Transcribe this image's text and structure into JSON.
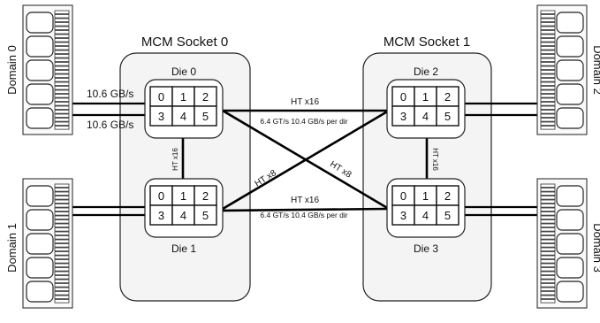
{
  "sockets": [
    {
      "title": "MCM Socket 0"
    },
    {
      "title": "MCM Socket 1"
    }
  ],
  "dies": [
    {
      "title": "Die 0",
      "cores": [
        "0",
        "1",
        "2",
        "3",
        "4",
        "5"
      ]
    },
    {
      "title": "Die 1",
      "cores": [
        "0",
        "1",
        "2",
        "3",
        "4",
        "5"
      ]
    },
    {
      "title": "Die 2",
      "cores": [
        "0",
        "1",
        "2",
        "3",
        "4",
        "5"
      ]
    },
    {
      "title": "Die 3",
      "cores": [
        "0",
        "1",
        "2",
        "3",
        "4",
        "5"
      ]
    }
  ],
  "domains": [
    {
      "label": "Domain 0"
    },
    {
      "label": "Domain 1"
    },
    {
      "label": "Domain 2"
    },
    {
      "label": "Domain 3"
    }
  ],
  "links": {
    "memory_bw_upper": "10.6 GB/s",
    "memory_bw_lower": "10.6 GB/s",
    "ht_top": "HT x16",
    "ht_top_rate": "6.4 GT/s  10.4 GB/s per dir",
    "ht_bottom": "HT x16",
    "ht_bottom_rate": "6.4 GT/s  10.4 GB/s per dir",
    "ht_cross_left": "HT x8",
    "ht_cross_right": "HT x8",
    "ht_vertical_left": "HT x16",
    "ht_vertical_right": "HT x16"
  }
}
